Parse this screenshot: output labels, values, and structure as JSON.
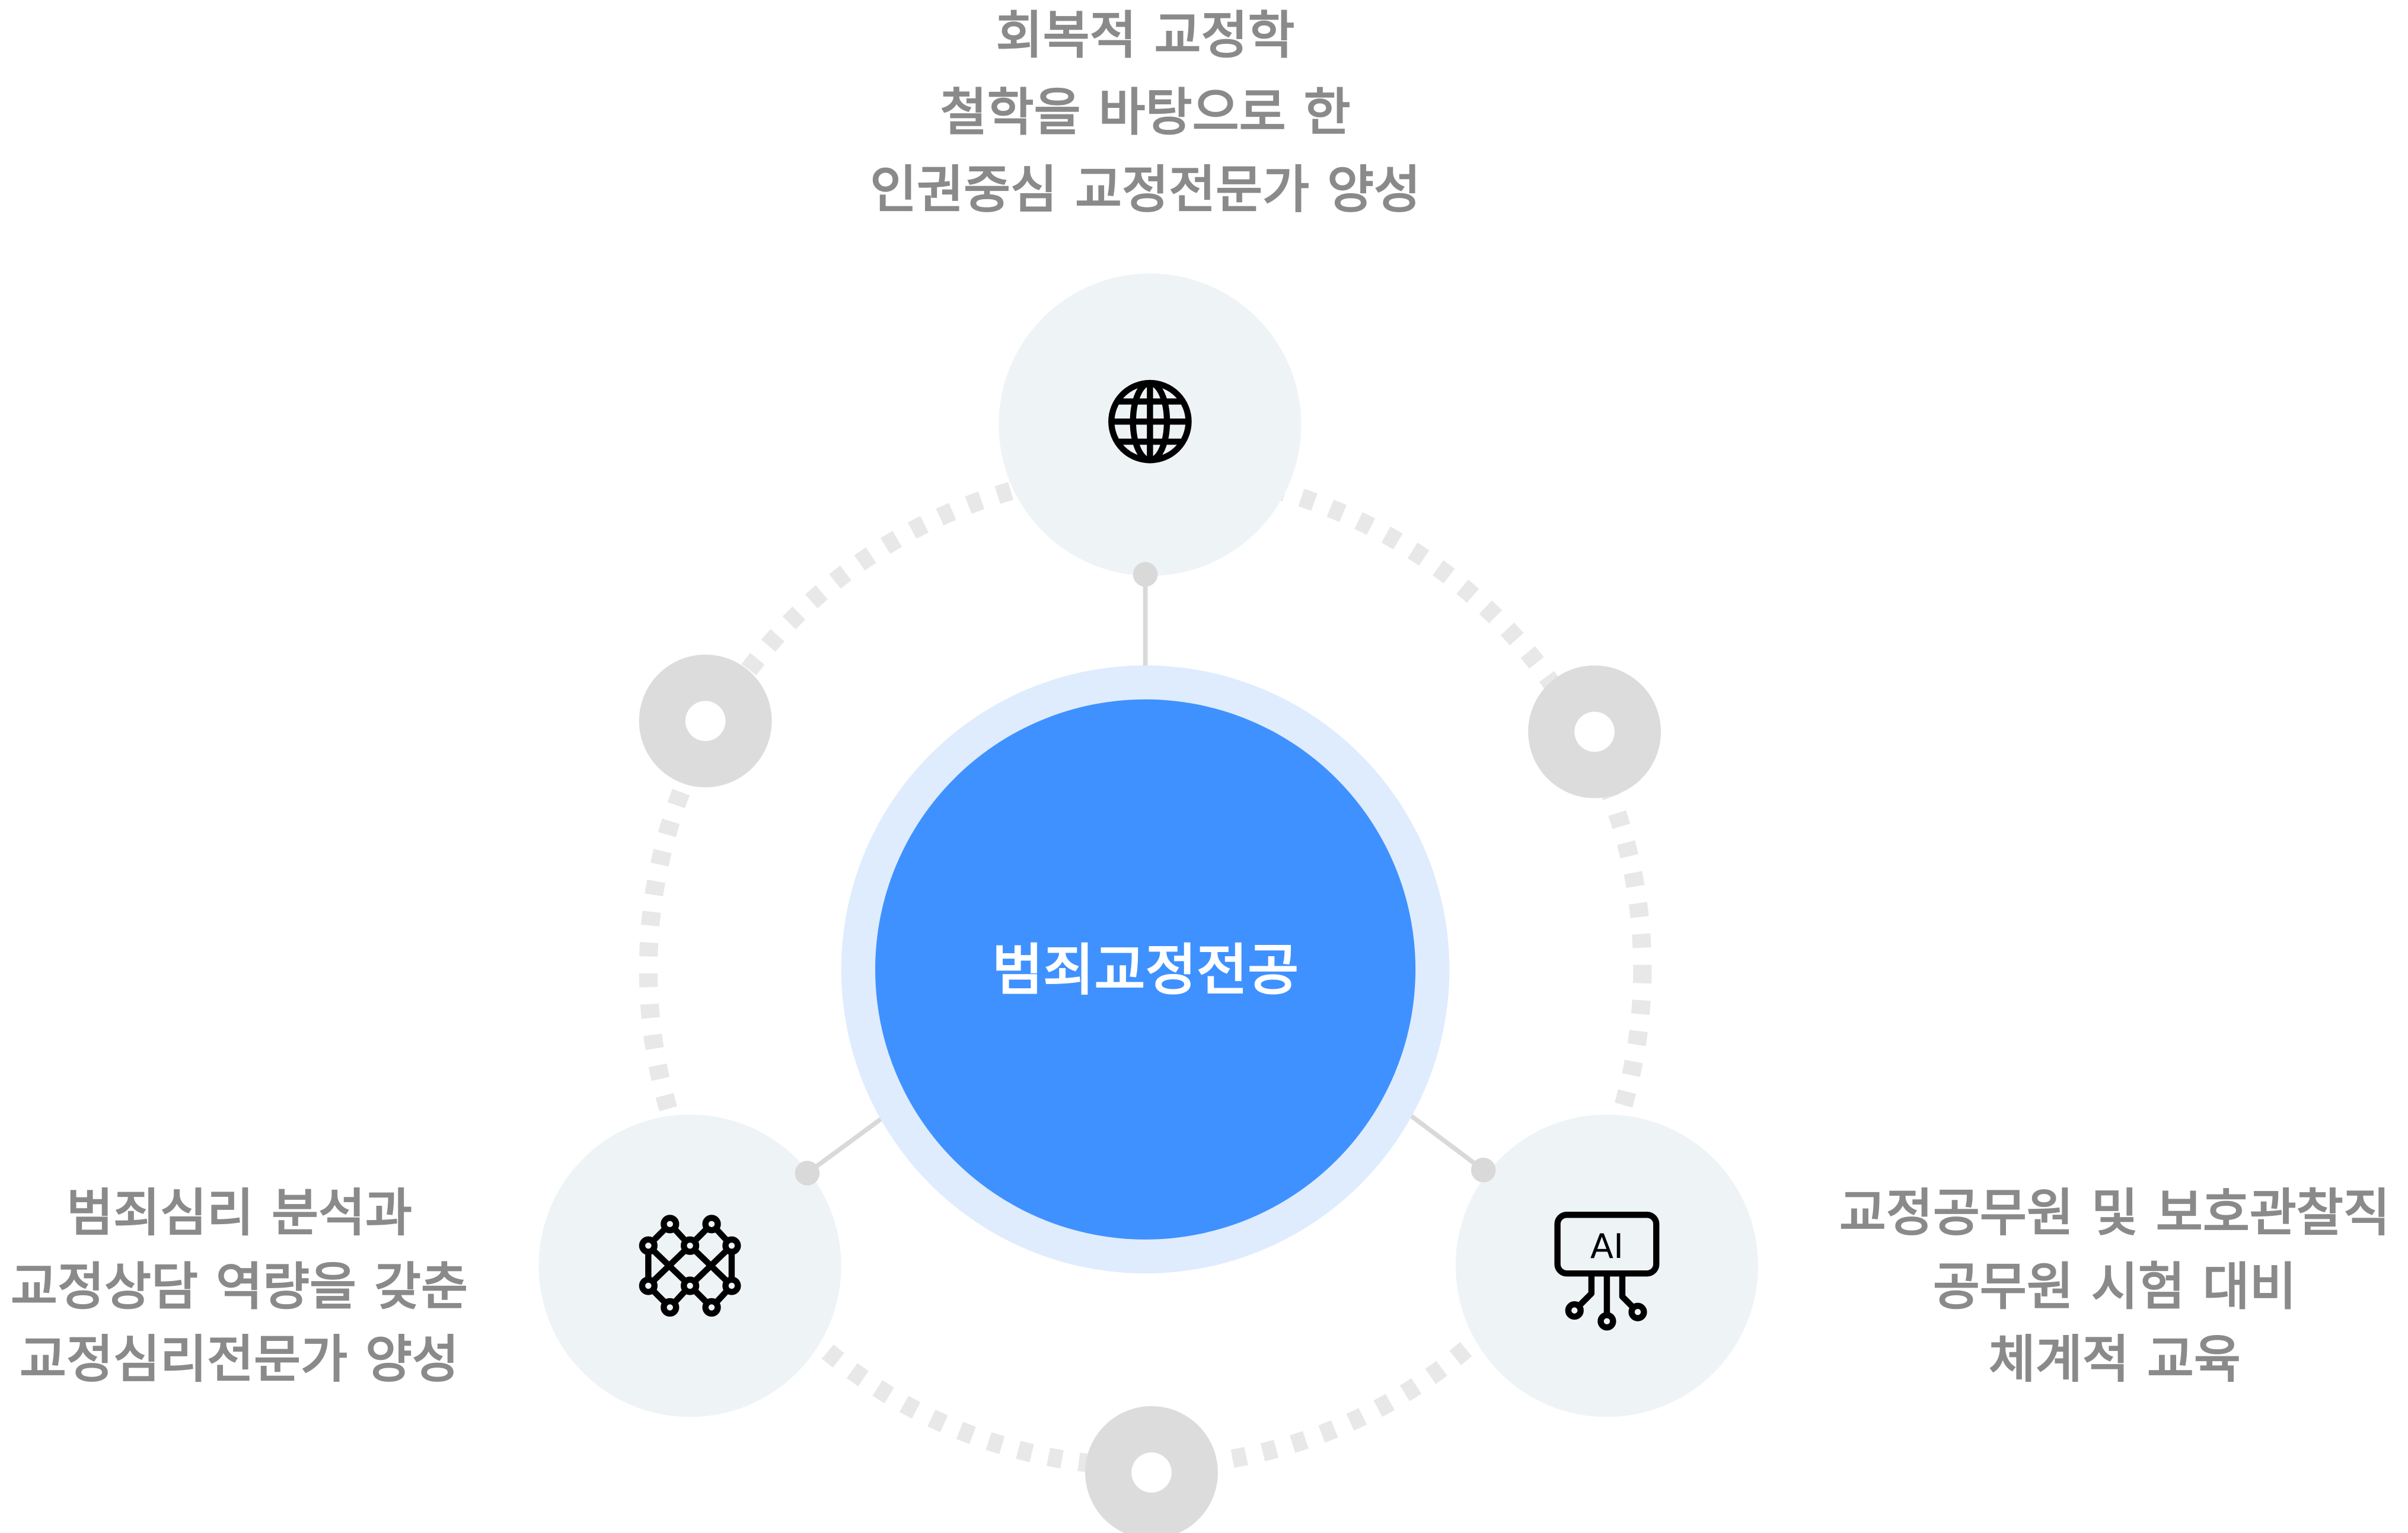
{
  "center": {
    "label": "범죄교정전공"
  },
  "nodes": [
    {
      "icon": "globe-icon",
      "lines": [
        "회복적 교정학",
        "철학을 바탕으로 한",
        "인권중심 교정전문가 양성"
      ]
    },
    {
      "icon": "network-icon",
      "lines": [
        "범죄심리 분석과",
        "교정상담 역량을 갖춘",
        "교정심리전문가 양성"
      ]
    },
    {
      "icon": "ai-chip-icon",
      "icon_text": "AI",
      "lines": [
        "교정공무원 및 보호관찰직",
        "공무원 시험 대비",
        "체계적 교육"
      ]
    }
  ],
  "colors": {
    "center_fill": "#3f91ff",
    "center_ring": "#dfecfd",
    "node_fill": "#eef3f6",
    "text": "#8a8a8a",
    "connector": "#d9d9d9",
    "dash_ring": "#e8e8e8"
  }
}
